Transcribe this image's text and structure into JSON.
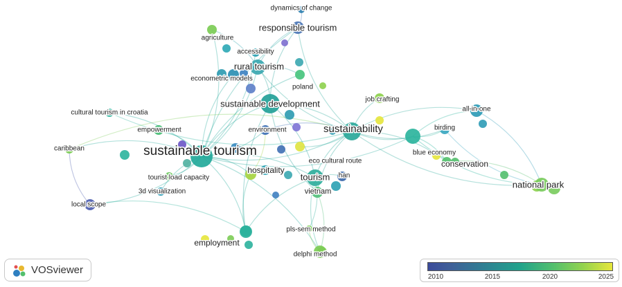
{
  "app": {
    "name": "VOSviewer"
  },
  "legend": {
    "ticks": [
      "2010",
      "2015",
      "2020",
      "2025"
    ],
    "colors": [
      "#3b4b9b",
      "#2f7f93",
      "#21a38b",
      "#53bf6d",
      "#93d34f",
      "#e6e63b"
    ]
  },
  "nodes": [
    {
      "id": "sustainable tourism",
      "label": "sustainable tourism",
      "color": "#23a99a"
    },
    {
      "id": "sustainability",
      "label": "sustainability",
      "color": "#2aa89a"
    },
    {
      "id": "sustainable development",
      "label": "sustainable development",
      "color": "#23a198"
    },
    {
      "id": "rural tourism",
      "label": "rural tourism",
      "color": "#3aa7b0"
    },
    {
      "id": "responsible tourism",
      "label": "responsible tourism",
      "color": "#4a75b5"
    },
    {
      "id": "dynamics of change",
      "label": "dynamics of change",
      "color": "#2e80b0"
    },
    {
      "id": "agriculture",
      "label": "agriculture",
      "color": "#7ccc55"
    },
    {
      "id": "accessibility",
      "label": "accessibility",
      "color": "#2ba1b2"
    },
    {
      "id": "econometric models",
      "label": "econometric models",
      "color": "#2d8fb3"
    },
    {
      "id": "poland",
      "label": "poland",
      "color": "#48c47e"
    },
    {
      "id": "job crafting",
      "label": "job crafting",
      "color": "#8dd04c"
    },
    {
      "id": "all-in-one",
      "label": "all-in-one",
      "color": "#2e9bb6"
    },
    {
      "id": "birding",
      "label": "birding",
      "color": "#3aa7c0"
    },
    {
      "id": "blue economy",
      "label": "blue economy",
      "color": "#2cb49d"
    },
    {
      "id": "conservation",
      "label": "conservation",
      "color": "#57c16f"
    },
    {
      "id": "national park",
      "label": "national park",
      "color": "#78cb5c"
    },
    {
      "id": "cultural tourism in croatia",
      "label": "cultural tourism in croatia",
      "color": "#2cb49d"
    },
    {
      "id": "empowerment",
      "label": "empowerment",
      "color": "#45bc73"
    },
    {
      "id": "caribbean",
      "label": "caribbean",
      "color": "#7ccc55"
    },
    {
      "id": "environment",
      "label": "environment",
      "color": "#3e70b4"
    },
    {
      "id": "hospitality",
      "label": "hospitality",
      "color": "#a6d441"
    },
    {
      "id": "eco cultural route",
      "label": "eco cultural route",
      "color": "#e0e443"
    },
    {
      "id": "tourism",
      "label": "tourism",
      "color": "#2fae9c"
    },
    {
      "id": "han",
      "label": "han",
      "color": "#3e6aab"
    },
    {
      "id": "vietnam",
      "label": "vietnam",
      "color": "#52c07c"
    },
    {
      "id": "tourist load capacity",
      "label": "tourist load capacity",
      "color": "#6ac85d"
    },
    {
      "id": "3d visualization",
      "label": "3d visualization",
      "color": "#2b9bb5"
    },
    {
      "id": "local scope",
      "label": "local scope",
      "color": "#4e5fb0"
    },
    {
      "id": "pls-sem method",
      "label": "pls-sem method",
      "color": "#7ccc55"
    },
    {
      "id": "delphi method",
      "label": "delphi method",
      "color": "#7ccc55"
    },
    {
      "id": "employment",
      "label": "employment",
      "color": "#2bb19c"
    }
  ]
}
